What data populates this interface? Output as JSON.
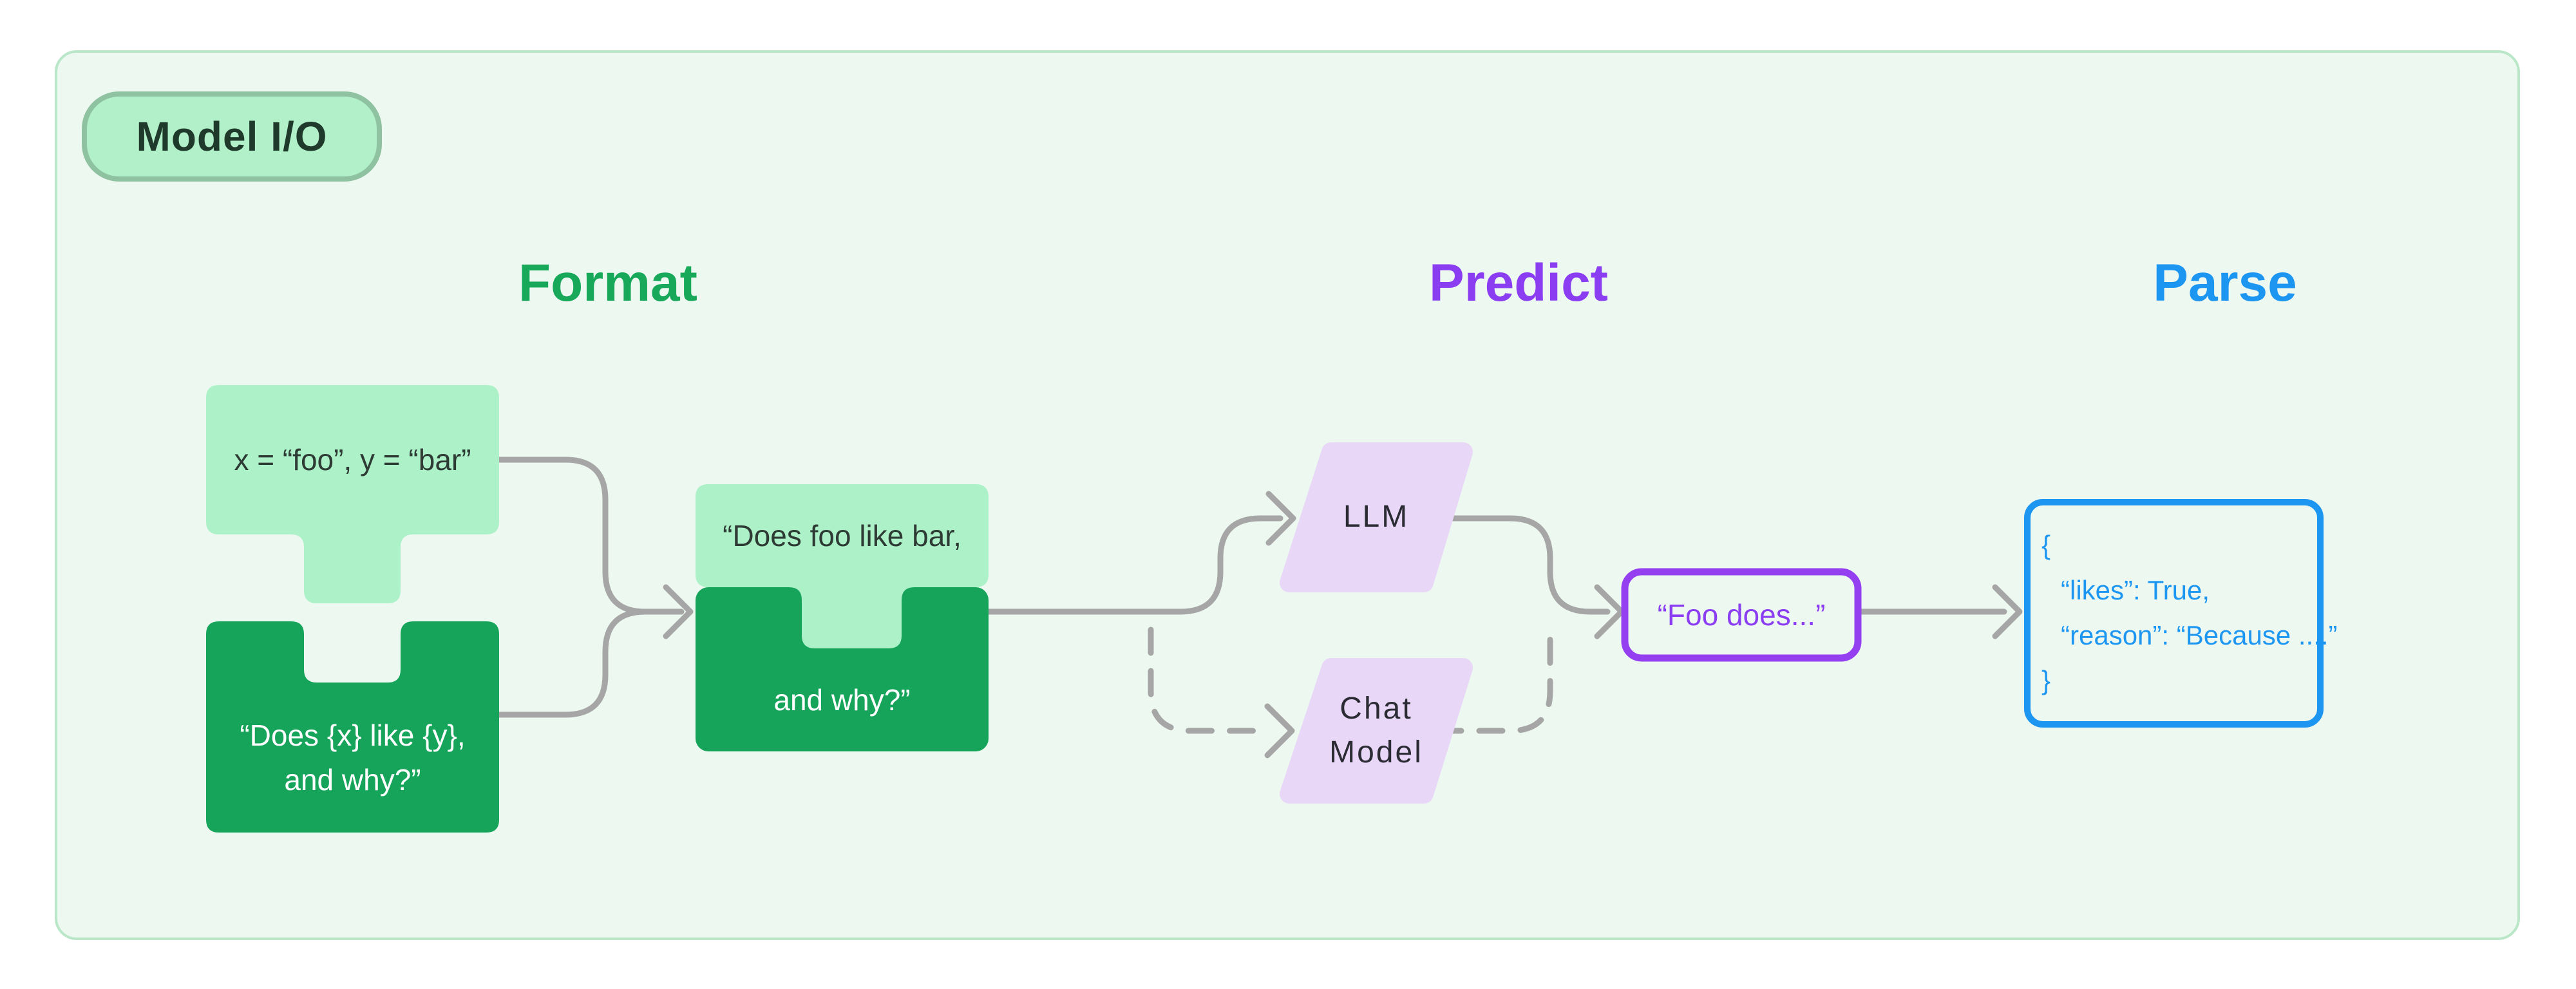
{
  "badge": {
    "label": "Model I/O"
  },
  "columns": [
    {
      "label": "Format",
      "color": "#17a85a"
    },
    {
      "label": "Predict",
      "color": "#8b3df2"
    },
    {
      "label": "Parse",
      "color": "#1d96f2"
    }
  ],
  "nodes": {
    "input_values": {
      "text": "x = “foo”, y = “bar”"
    },
    "prompt_template": {
      "line1": "“Does {x} like {y},",
      "line2": "and why?”"
    },
    "formatted_prompt": {
      "line1": "“Does foo like bar,",
      "line2": "and why?”"
    },
    "llm": {
      "label": "LLM"
    },
    "chat_model": {
      "line1": "Chat",
      "line2": "Model"
    },
    "completion": {
      "text": "“Foo does...”"
    },
    "parsed_output": {
      "lines": [
        "{",
        "“likes”: True,",
        "“reason”: “Because ....”",
        "}"
      ]
    }
  },
  "colors": {
    "panel_bg": "#ecf8f0",
    "panel_border": "#b9e7c8",
    "badge_bg": "#b2f0ca",
    "badge_border": "#8fc2a0",
    "light_green": "#adf1c8",
    "dark_green": "#16a45a",
    "lavender": "#e9d7f8",
    "purple_text": "#8b3df2",
    "purple_border": "#9440f0",
    "blue": "#1d96f2",
    "connector_gray": "#a6a6a6"
  }
}
